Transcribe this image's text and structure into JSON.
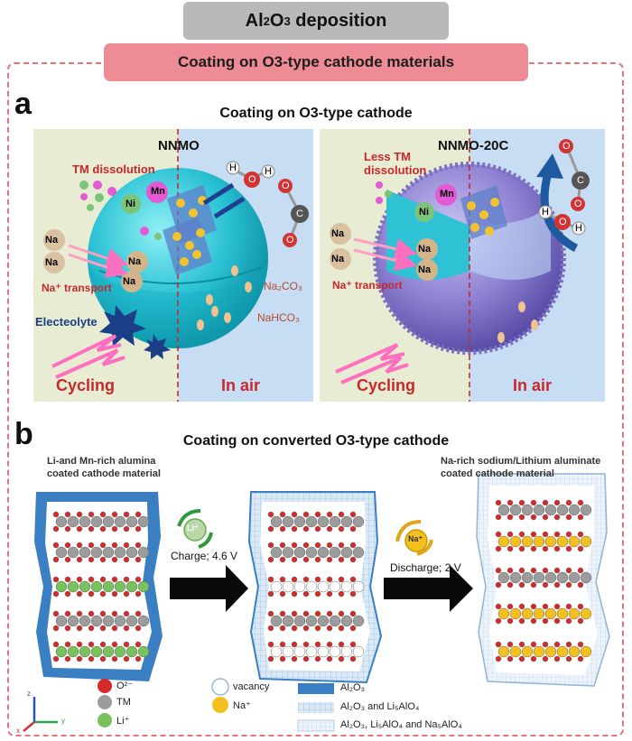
{
  "header": {
    "deposition_main": "Al",
    "deposition_sub": "2",
    "deposition_main2": "O",
    "deposition_sub2": "3",
    "deposition_rest": " deposition",
    "coating_banner": "Coating on O3-type cathode materials"
  },
  "panel_a": {
    "letter": "a",
    "title": "Coating on O3-type cathode",
    "left": {
      "name": "NNMO",
      "tm_dissolution": "TM dissolution",
      "na_transport": "Na⁺ transport",
      "electrolyte": "Electeolyte",
      "cycling": "Cycling",
      "in_air": "In air",
      "na2co3": "Na₂CO₃",
      "nahco3": "NaHCO₃"
    },
    "right": {
      "name": "NNMO-20C",
      "less_tm_1": "Less TM",
      "less_tm_2": "dissolution",
      "na_transport": "Na⁺ transport",
      "cycling": "Cycling",
      "in_air": "In air"
    },
    "atoms": {
      "mn": "Mn",
      "ni": "Ni",
      "na": "Na",
      "h": "H",
      "o": "O",
      "c": "C"
    }
  },
  "panel_b": {
    "letter": "b",
    "title": "Coating on converted O3-type cathode",
    "label_left_1": "Li-and Mn-rich alumina",
    "label_left_2": "coated cathode material",
    "label_right_1": "Na-rich sodium/Lithium aluminate",
    "label_right_2": "coated cathode material",
    "charge_label": "Charge; 4.6 V",
    "charge_ion": "Li⁺",
    "discharge_label": "Discharge; 2 V",
    "discharge_ion": "Na⁺",
    "axes": {
      "z": "z",
      "x": "x",
      "y": "y"
    },
    "legend": {
      "o2": "O²⁻",
      "tm": "TM",
      "li": "Li⁺",
      "vacancy": "vacancy",
      "na": "Na⁺",
      "al2o3": "Al₂O₃",
      "al2o3_li": "Al₂O₃ and Li₅AlO₄",
      "al2o3_li_na": "Al₂O₃, Li₅AlO₄ and Na₅AlO₄"
    }
  },
  "colors": {
    "pink_banner": "#ee8c96",
    "dash": "#e9707c",
    "red_text": "#c8282d",
    "sphere": "#32c6d6",
    "coated_sphere": "#8c80d0",
    "air_bg": "#c3dcf3",
    "cycling_bg": "#e9eed6",
    "oxygen": "#d42a2a",
    "tm": "#9c9c9c",
    "lithium": "#77c25c",
    "sodium": "#f3c020",
    "al2o3": "#3a7fc1"
  }
}
